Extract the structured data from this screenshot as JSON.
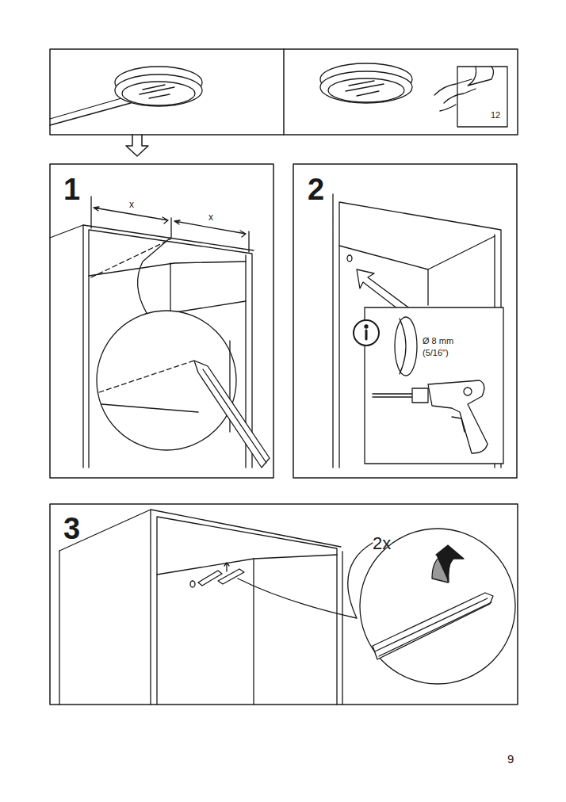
{
  "diagram": {
    "labels": [
      "12",
      "1",
      "x",
      "x",
      "2",
      "Ø 8 mm",
      "(5/16\")",
      "3",
      "2x",
      "9"
    ]
  }
}
